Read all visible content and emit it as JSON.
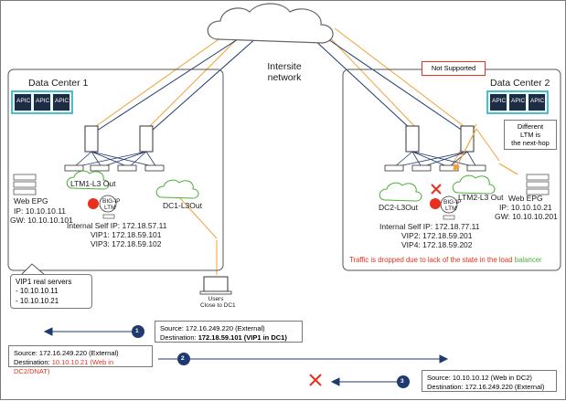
{
  "network": {
    "label_line1": "Intersite",
    "label_line2": "network"
  },
  "dc1": {
    "title": "Data Center 1",
    "ltm_out": "LTM1-L3 Out",
    "dc_out": "DC1-L3Out",
    "ltm_label_top": "BIG-IP",
    "ltm_label_bottom": "LTM",
    "web_epg": "Web EPG",
    "ip": "IP: 10.10.10.11",
    "gw": "GW: 10.10.10.101",
    "self_ip": "Internal Self IP: 172.18.57.11",
    "vip1": "VIP1: 172.18.59.101",
    "vip3": "VIP3: 172.18.59.102"
  },
  "dc2": {
    "title": "Data Center 2",
    "ltm_out": "LTM2-L3 Out",
    "dc_out": "DC2-L3Out",
    "ltm_label_top": "BIG-IP",
    "ltm_label_bottom": "LTM",
    "web_epg": "Web EPG",
    "ip": "IP: 10.10.10.21",
    "gw": "GW: 10.10.10.201",
    "self_ip": "Internal Self IP: 172.18.77.11",
    "vip2": "VIP2: 172.18.59.201",
    "vip4": "VIP4: 172.18.59.202",
    "note_line1": "Different",
    "note_line2": "LTM is",
    "note_line3": "the next-hop",
    "dropped_red": "Traffic is dropped due to lack of the state in the load",
    "dropped_green": "balancer"
  },
  "not_supported": "Not Supported",
  "apic_label": "APIC",
  "callout": {
    "title": "VIP1 real servers",
    "item1": "- 10.10.10.11",
    "item2": "- 10.10.10.21"
  },
  "users": {
    "line1": "Users",
    "line2": "Close to DC1"
  },
  "flows": [
    {
      "number": "1",
      "source": "Source: 172.16.249.220 (External)",
      "dest_prefix": "Destination: ",
      "dest_value": "172.18.59.101 (VIP1 in DC1)"
    },
    {
      "number": "2",
      "source": "Source: 172.16.249.220 (External)",
      "dest_prefix": "Destination: ",
      "dest_value": "10.10.10.21 (Web in DC2/DNAT)"
    },
    {
      "number": "3",
      "source": "Source: 10.10.10.12 (Web in DC2)",
      "dest_prefix": "Destination: ",
      "dest_value": "172.16.249.220 (External)"
    }
  ],
  "colors": {
    "orange": "#f0a23a",
    "navy": "#1f3a6e",
    "red": "#e8301c",
    "green": "#4caf3a",
    "teal": "#1fa7b5"
  }
}
